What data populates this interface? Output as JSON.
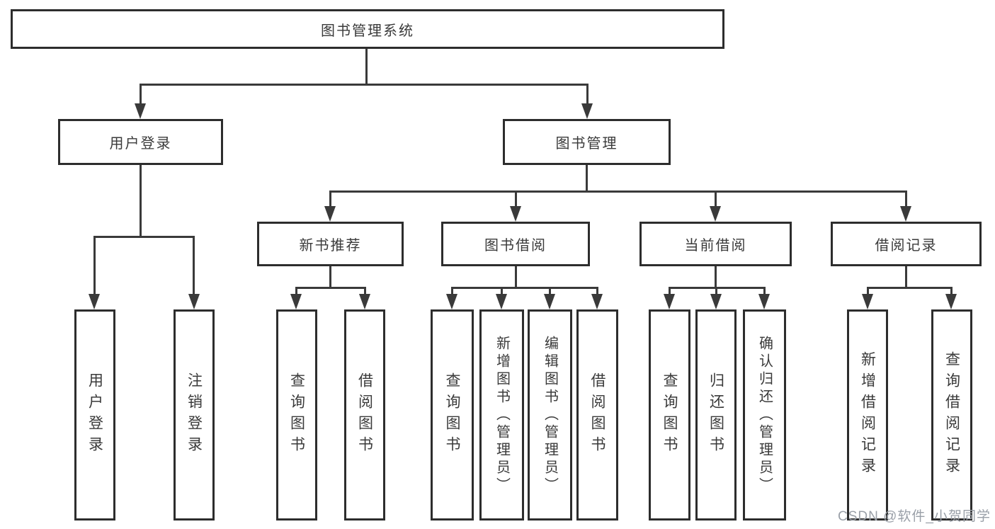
{
  "tree": {
    "root": "图书管理系统",
    "user_login": {
      "label": "用户登录",
      "children": [
        "用户登录",
        "注销登录"
      ]
    },
    "book_mgmt": {
      "label": "图书管理",
      "groups": [
        {
          "label": "新书推荐",
          "children": [
            "查询图书",
            "借阅图书"
          ]
        },
        {
          "label": "图书借阅",
          "children": [
            "查询图书",
            "新增图书（管理员）",
            "编辑图书（管理员）",
            "借阅图书"
          ]
        },
        {
          "label": "当前借阅",
          "children": [
            "查询图书",
            "归还图书",
            "确认归还（管理员）"
          ]
        },
        {
          "label": "借阅记录",
          "children": [
            "新增借阅记录",
            "查询借阅记录"
          ]
        }
      ]
    }
  },
  "watermark": "CSDN @软件_小贺同学",
  "colors": {
    "line": "#3a3a3a",
    "border": "#2d2d2d",
    "watermark": "#9aa0a8"
  }
}
